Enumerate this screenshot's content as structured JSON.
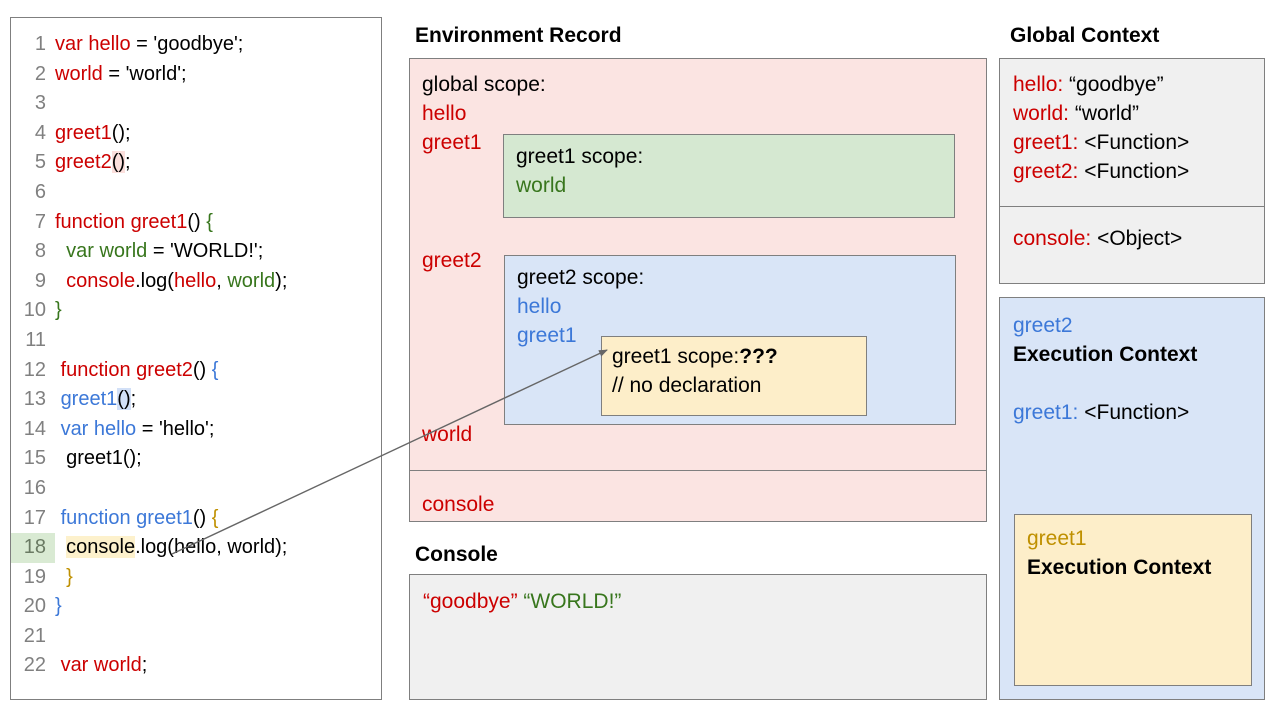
{
  "code_panel": {
    "lines": [
      {
        "n": "1",
        "tokens": [
          {
            "t": "var hello",
            "c": "red"
          },
          {
            "t": " = 'goodbye';",
            "c": "black"
          }
        ]
      },
      {
        "n": "2",
        "tokens": [
          {
            "t": "world",
            "c": "red"
          },
          {
            "t": " = 'world';",
            "c": "black"
          }
        ]
      },
      {
        "n": "3",
        "tokens": []
      },
      {
        "n": "4",
        "tokens": [
          {
            "t": "greet1",
            "c": "red"
          },
          {
            "t": "();",
            "c": "black"
          }
        ]
      },
      {
        "n": "5",
        "tokens": [
          {
            "t": "greet2",
            "c": "red"
          },
          {
            "t": "()",
            "c": "black",
            "bg": "hl-pink"
          },
          {
            "t": ";",
            "c": "black"
          }
        ]
      },
      {
        "n": "6",
        "tokens": []
      },
      {
        "n": "7",
        "tokens": [
          {
            "t": "function greet1",
            "c": "red"
          },
          {
            "t": "() ",
            "c": "black"
          },
          {
            "t": "{",
            "c": "green"
          }
        ]
      },
      {
        "n": "8",
        "tokens": [
          {
            "t": "  ",
            "c": "black"
          },
          {
            "t": "var world",
            "c": "green"
          },
          {
            "t": " = 'WORLD!';",
            "c": "black"
          }
        ]
      },
      {
        "n": "9",
        "tokens": [
          {
            "t": "  ",
            "c": "black"
          },
          {
            "t": "console",
            "c": "red"
          },
          {
            "t": ".log(",
            "c": "black"
          },
          {
            "t": "hello",
            "c": "red"
          },
          {
            "t": ", ",
            "c": "black"
          },
          {
            "t": "world",
            "c": "green"
          },
          {
            "t": ");",
            "c": "black"
          }
        ]
      },
      {
        "n": "10",
        "tokens": [
          {
            "t": "}",
            "c": "green"
          }
        ]
      },
      {
        "n": "11",
        "tokens": []
      },
      {
        "n": "12",
        "tokens": [
          {
            "t": " function greet2",
            "c": "red"
          },
          {
            "t": "() ",
            "c": "black"
          },
          {
            "t": "{",
            "c": "blue"
          }
        ]
      },
      {
        "n": "13",
        "tokens": [
          {
            "t": " ",
            "c": "black"
          },
          {
            "t": "greet1",
            "c": "blue"
          },
          {
            "t": "()",
            "c": "black",
            "bg": "hl-bluebg"
          },
          {
            "t": ";",
            "c": "black"
          }
        ]
      },
      {
        "n": "14",
        "tokens": [
          {
            "t": " ",
            "c": "black"
          },
          {
            "t": "var hello",
            "c": "blue"
          },
          {
            "t": " = 'hello';",
            "c": "black"
          }
        ]
      },
      {
        "n": "15",
        "tokens": [
          {
            "t": "  greet1();",
            "c": "black"
          }
        ]
      },
      {
        "n": "16",
        "tokens": []
      },
      {
        "n": "17",
        "tokens": [
          {
            "t": " ",
            "c": "black"
          },
          {
            "t": "function greet1",
            "c": "blue"
          },
          {
            "t": "() ",
            "c": "black"
          },
          {
            "t": "{",
            "c": "gold"
          }
        ]
      },
      {
        "n": "18",
        "tokens": [
          {
            "t": "  ",
            "c": "black"
          },
          {
            "t": "console",
            "c": "black",
            "bg": "hl-yellow"
          },
          {
            "t": ".log(hello, world);",
            "c": "black"
          }
        ],
        "ln_highlight": true
      },
      {
        "n": "19",
        "tokens": [
          {
            "t": "  ",
            "c": "black"
          },
          {
            "t": "}",
            "c": "gold"
          }
        ]
      },
      {
        "n": "20",
        "tokens": [
          {
            "t": "}",
            "c": "blue"
          }
        ]
      },
      {
        "n": "21",
        "tokens": []
      },
      {
        "n": "22",
        "tokens": [
          {
            "t": " ",
            "c": "black"
          },
          {
            "t": "var world",
            "c": "red"
          },
          {
            "t": ";",
            "c": "black"
          }
        ]
      }
    ]
  },
  "environment_record": {
    "heading": "Environment Record",
    "global_scope_label": "global scope:",
    "hello": "hello",
    "greet1": "greet1",
    "greet2": "greet2",
    "world": "world",
    "console": "console",
    "greet1_scope": {
      "title": "greet1 scope:",
      "vars": "world"
    },
    "greet2_scope": {
      "title": "greet2 scope:",
      "var_hello": "hello",
      "var_greet1": "greet1",
      "inner": {
        "title_prefix": "greet1 scope:",
        "title_suffix": "???",
        "comment": "// no declaration"
      }
    }
  },
  "console": {
    "heading": "Console",
    "out_first": "“goodbye”",
    "out_second": "“WORLD!”"
  },
  "global_context": {
    "heading": "Global Context",
    "rows": [
      {
        "key": "hello:",
        "value": "“goodbye”"
      },
      {
        "key": "world:",
        "value": "“world”"
      },
      {
        "key": "greet1:",
        "value": "<Function>"
      },
      {
        "key": "greet2:",
        "value": "<Function>"
      }
    ],
    "console_row": {
      "key": "console:",
      "value": "<Object>"
    }
  },
  "greet2_execution_context": {
    "name": "greet2",
    "title": "Execution Context",
    "var_key": "greet1:",
    "var_value": "<Function>"
  },
  "greet1_execution_context": {
    "name": "greet1",
    "title": "Execution Context"
  },
  "colors": {
    "red": "#cc0000",
    "green": "#38761d",
    "blue": "#3c78d8",
    "gold": "#bf9000",
    "pink_panel": "#fbe4e2",
    "green_box": "#d5e8d1",
    "blue_box": "#d9e5f7",
    "yellow_box": "#fdeec9",
    "gray_panel": "#f0f0f0",
    "border": "#7f7f7f",
    "line_highlight": "#d9ead3",
    "token_highlight": "#fdf1cc"
  }
}
